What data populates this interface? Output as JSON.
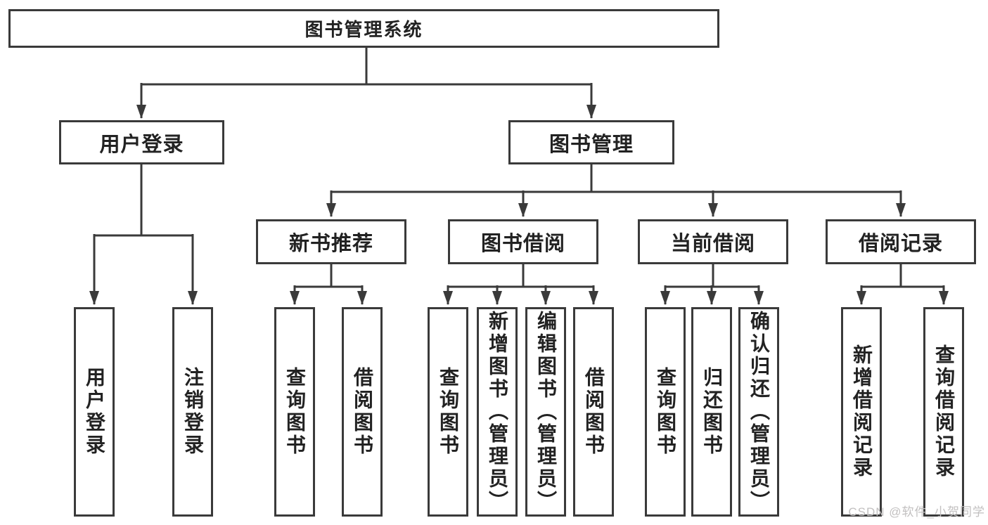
{
  "colors": {
    "line": "#3a3a3a",
    "ink": "#222222",
    "watermark": "#c2c0c0",
    "bg": "#ffffff"
  },
  "watermark": {
    "text": "CSDN @软件_小贺同学"
  },
  "tree": {
    "root": {
      "label": "图书管理系统"
    },
    "branches": [
      {
        "label": "用户登录",
        "children": [
          {
            "label": "用户登录"
          },
          {
            "label": "注销登录"
          }
        ]
      },
      {
        "label": "图书管理",
        "children": [
          {
            "label": "新书推荐",
            "children": [
              {
                "label": "查询图书"
              },
              {
                "label": "借阅图书"
              }
            ]
          },
          {
            "label": "图书借阅",
            "children": [
              {
                "label": "查询图书"
              },
              {
                "label": "新增图书（管理员）"
              },
              {
                "label": "编辑图书（管理员）"
              },
              {
                "label": "借阅图书"
              }
            ]
          },
          {
            "label": "当前借阅",
            "children": [
              {
                "label": "查询图书"
              },
              {
                "label": "归还图书"
              },
              {
                "label": "确认归还（管理员）"
              }
            ]
          },
          {
            "label": "借阅记录",
            "children": [
              {
                "label": "新增借阅记录"
              },
              {
                "label": "查询借阅记录"
              }
            ]
          }
        ]
      }
    ]
  }
}
